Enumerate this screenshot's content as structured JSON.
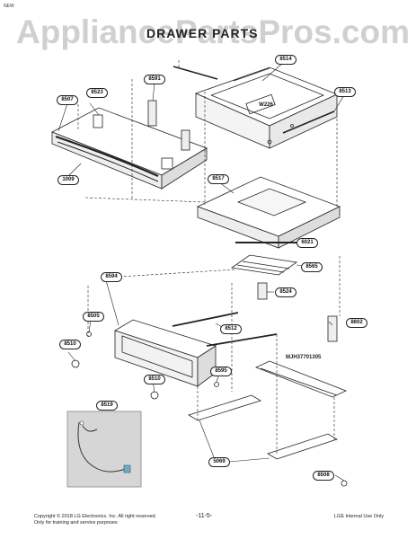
{
  "header": {
    "corner_tag": "NEW",
    "title": "DRAWER PARTS",
    "watermark": "AppliancePartsPros.com"
  },
  "callouts": {
    "c8514": "8514",
    "c8507": "8507",
    "c8523": "8523",
    "c8591": "8591",
    "c8513": "8513",
    "w226": "W226",
    "c1009": "1009",
    "c8517": "8517",
    "c6021": "6021",
    "c8565": "8565",
    "c8594": "8594",
    "c8524": "8524",
    "c8505": "8505",
    "c8512": "8512",
    "c8602": "8602",
    "c8510a": "8510",
    "c8510b": "8510",
    "c8595": "8595",
    "c8519": "8519",
    "c5069": "5069",
    "c8508": "8508"
  },
  "part_label": "MJH37701305",
  "footer": {
    "copyright_line1": "Copyright © 2018 LG Electronics. Inc. All right reserved.",
    "copyright_line2": "Only for training and service purposes",
    "page_number": "-11-5-",
    "internal_use": "LGE Internal Use Only"
  }
}
